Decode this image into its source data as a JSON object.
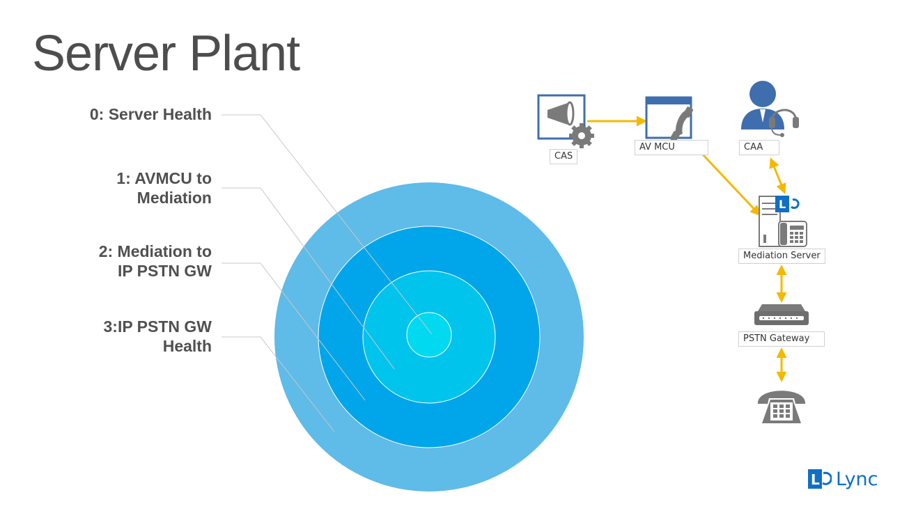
{
  "title": "Server Plant",
  "layers": [
    {
      "label": "0: Server Health"
    },
    {
      "label": "1: AVMCU to\nMediation"
    },
    {
      "label": "2: Mediation to\nIP PSTN GW"
    },
    {
      "label": "3:IP PSTN GW\nHealth"
    }
  ],
  "nodes": {
    "cas": {
      "label": "CAS",
      "icon": "megaphone-gear-icon"
    },
    "avmcu": {
      "label": "AV MCU",
      "icon": "window-phone-icon"
    },
    "caa": {
      "label": "CAA",
      "icon": "headset-user-icon"
    },
    "mediation": {
      "label": "Mediation Server",
      "icon": "lync-server-phone-icon"
    },
    "pstn_gateway": {
      "label": "PSTN Gateway",
      "icon": "gateway-device-icon"
    },
    "phone": {
      "icon": "telephone-icon"
    }
  },
  "brand": {
    "text": "Lync",
    "icon": "lync-logo-icon"
  },
  "colors": {
    "ring_outer": "#5fbbe8",
    "ring_2": "#00a6e9",
    "ring_3": "#00c4ec",
    "ring_inner": "#00d9f0",
    "arrow": "#f5b800",
    "icon_blue": "#3f6eae",
    "icon_gray": "#7a7a7a",
    "brand": "#0f6fc6"
  }
}
